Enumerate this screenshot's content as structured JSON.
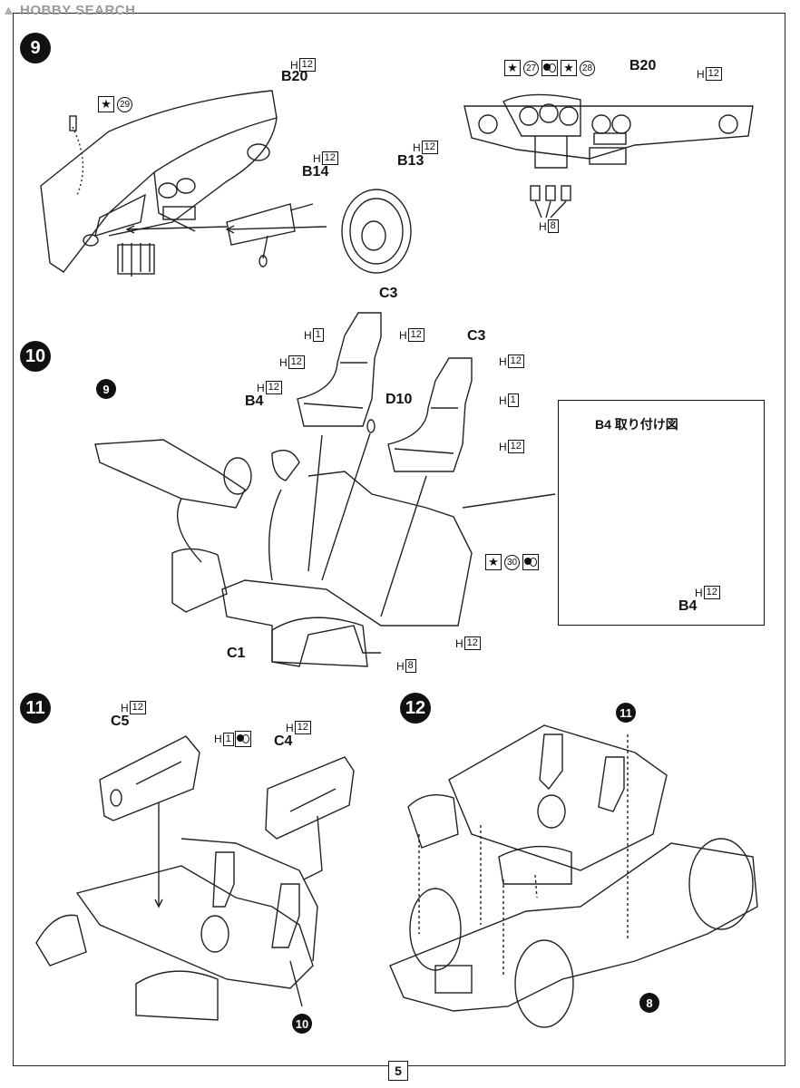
{
  "watermark": "HOBBY SEARCH",
  "page_number": "5",
  "steps": {
    "s9": "9",
    "s10": "10",
    "s11": "11",
    "s12": "12"
  },
  "step9": {
    "left": {
      "b20": "B20",
      "b20_h": "H",
      "b20_n": "12",
      "b14": "B14",
      "b14_h": "H",
      "b14_n": "12",
      "b13": "B13",
      "b13_h": "H",
      "b13_n": "12",
      "paint": "29"
    },
    "right": {
      "b20": "B20",
      "b20_h": "H",
      "b20_n": "12",
      "paint_a": "27",
      "paint_b": "28",
      "h8_h": "H",
      "h8_n": "8"
    }
  },
  "step10": {
    "ref9": "9",
    "c3a": "C3",
    "c3a_h1": "H",
    "c3a_n1": "1",
    "c3a_h12": "H",
    "c3a_n12": "12",
    "c3a_h12b": "H",
    "c3a_n12b": "12",
    "c3b": "C3",
    "c3b_h12": "H",
    "c3b_n12": "12",
    "c3b_h1": "H",
    "c3b_n1": "1",
    "c3b_h12b": "H",
    "c3b_n12b": "12",
    "b4": "B4",
    "b4_h": "H",
    "b4_n": "12",
    "d10": "D10",
    "c1": "C1",
    "h8_h": "H",
    "h8_n": "8",
    "h12_h": "H",
    "h12_n": "12",
    "paint": "30",
    "inset_title": "B4 取り付け図",
    "inset_b4": "B4",
    "inset_h": "H",
    "inset_n": "12"
  },
  "step11": {
    "c5": "C5",
    "c5_h": "H",
    "c5_n": "12",
    "c5_paint_h": "H",
    "c5_paint_n": "1",
    "c4": "C4",
    "c4_h": "H",
    "c4_n": "12",
    "ref10": "10"
  },
  "step12": {
    "ref11": "11",
    "ref8": "8"
  }
}
